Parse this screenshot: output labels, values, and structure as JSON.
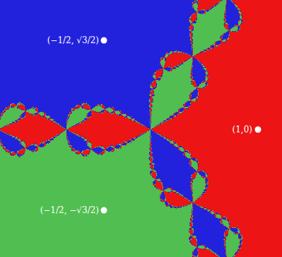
{
  "diagram": {
    "labels": [
      "(−1/2, √3/2)",
      "(1,0)",
      "(−1/2, −√3/2)"
    ]
  }
}
